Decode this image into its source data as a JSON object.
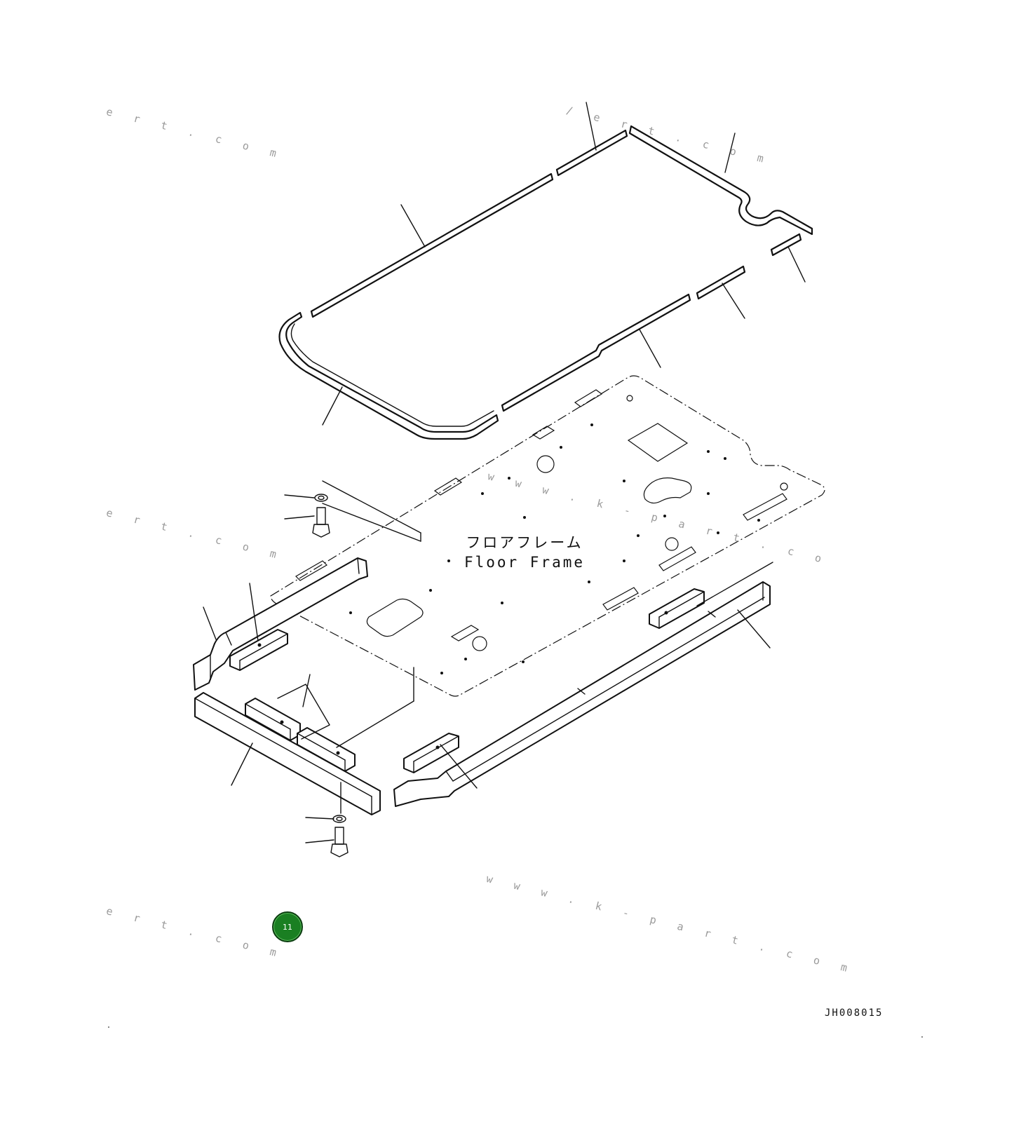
{
  "labels": {
    "title_jp": "フロアフレーム",
    "title_en": "Floor Frame",
    "drawing_code": "JH008015",
    "page_badge": "11"
  },
  "watermarks": [
    "e r t . c o m",
    "/ e r t . c o m",
    "e r t . c o m",
    "w w w . k - p a r t . c o",
    "e r t . c o m",
    "w w w . k - p a r t . c o m"
  ],
  "colors": {
    "ink": "#111111",
    "watermark": "#9a9a9a",
    "badge_fill": "#1a7f22",
    "badge_border": "#0b3d10",
    "background": "#ffffff"
  }
}
